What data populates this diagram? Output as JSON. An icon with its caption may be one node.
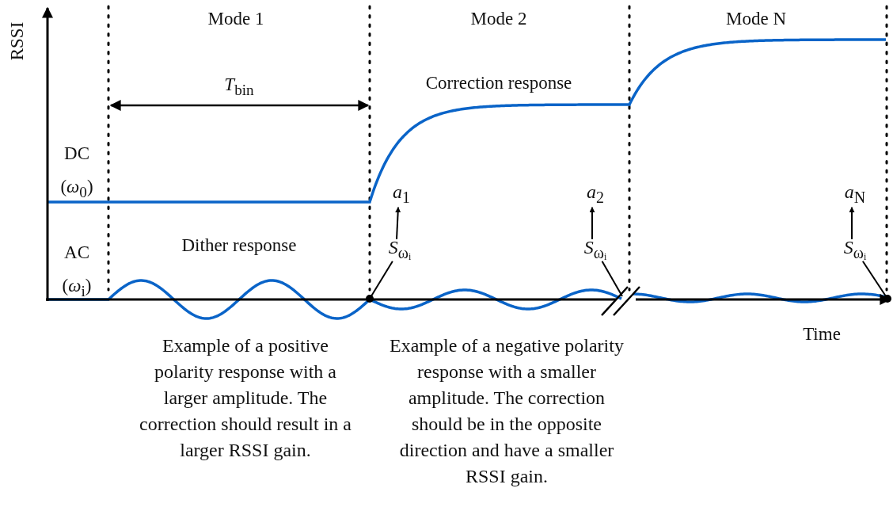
{
  "diagram": {
    "nodes": [
      {
        "text": [
          "*S*$_{ωᵢ}$"
        ]
      },
      {
        "text": [
          "*a*$_{1}$"
        ]
      },
      {
        "text": [
          "*S*$_{ωᵢ}$"
        ]
      },
      {
        "text": [
          "*a*$_{2}$"
        ]
      },
      {
        "text": [
          "*S*$_{ωᵢ}$"
        ]
      },
      {
        "text": [
          "*a*$_{N}$"
        ]
      }
    ],
    "edges": [
      {
        "from": 0,
        "to": 1,
        "arrow": "to"
      },
      {
        "from": 0,
        "to": null,
        "arrow": "other"
      },
      {
        "from": 2,
        "to": 3,
        "arrow": "to"
      },
      {
        "from": 2,
        "to": null,
        "arrow": "none"
      },
      {
        "from": 4,
        "to": 5,
        "arrow": "to"
      },
      {
        "from": 4,
        "to": null,
        "arrow": "other"
      }
    ],
    "labels": [
      "RSSI",
      "Mode 1",
      "Mode 2",
      "Mode N",
      "*T*$_{bin}$",
      "Correction response",
      "DC (*ω*$_{0}$)",
      "AC (*ω*$_{i}$)",
      "Dither response",
      "Time",
      "Example of a positive polarity response with a larger amplitude. The correction should result in a larger RSSI gain.",
      "Example of a negative polarity response with a smaller amplitude. The correction should be in the opposite direction and have a smaller RSSI gain."
    ]
  }
}
